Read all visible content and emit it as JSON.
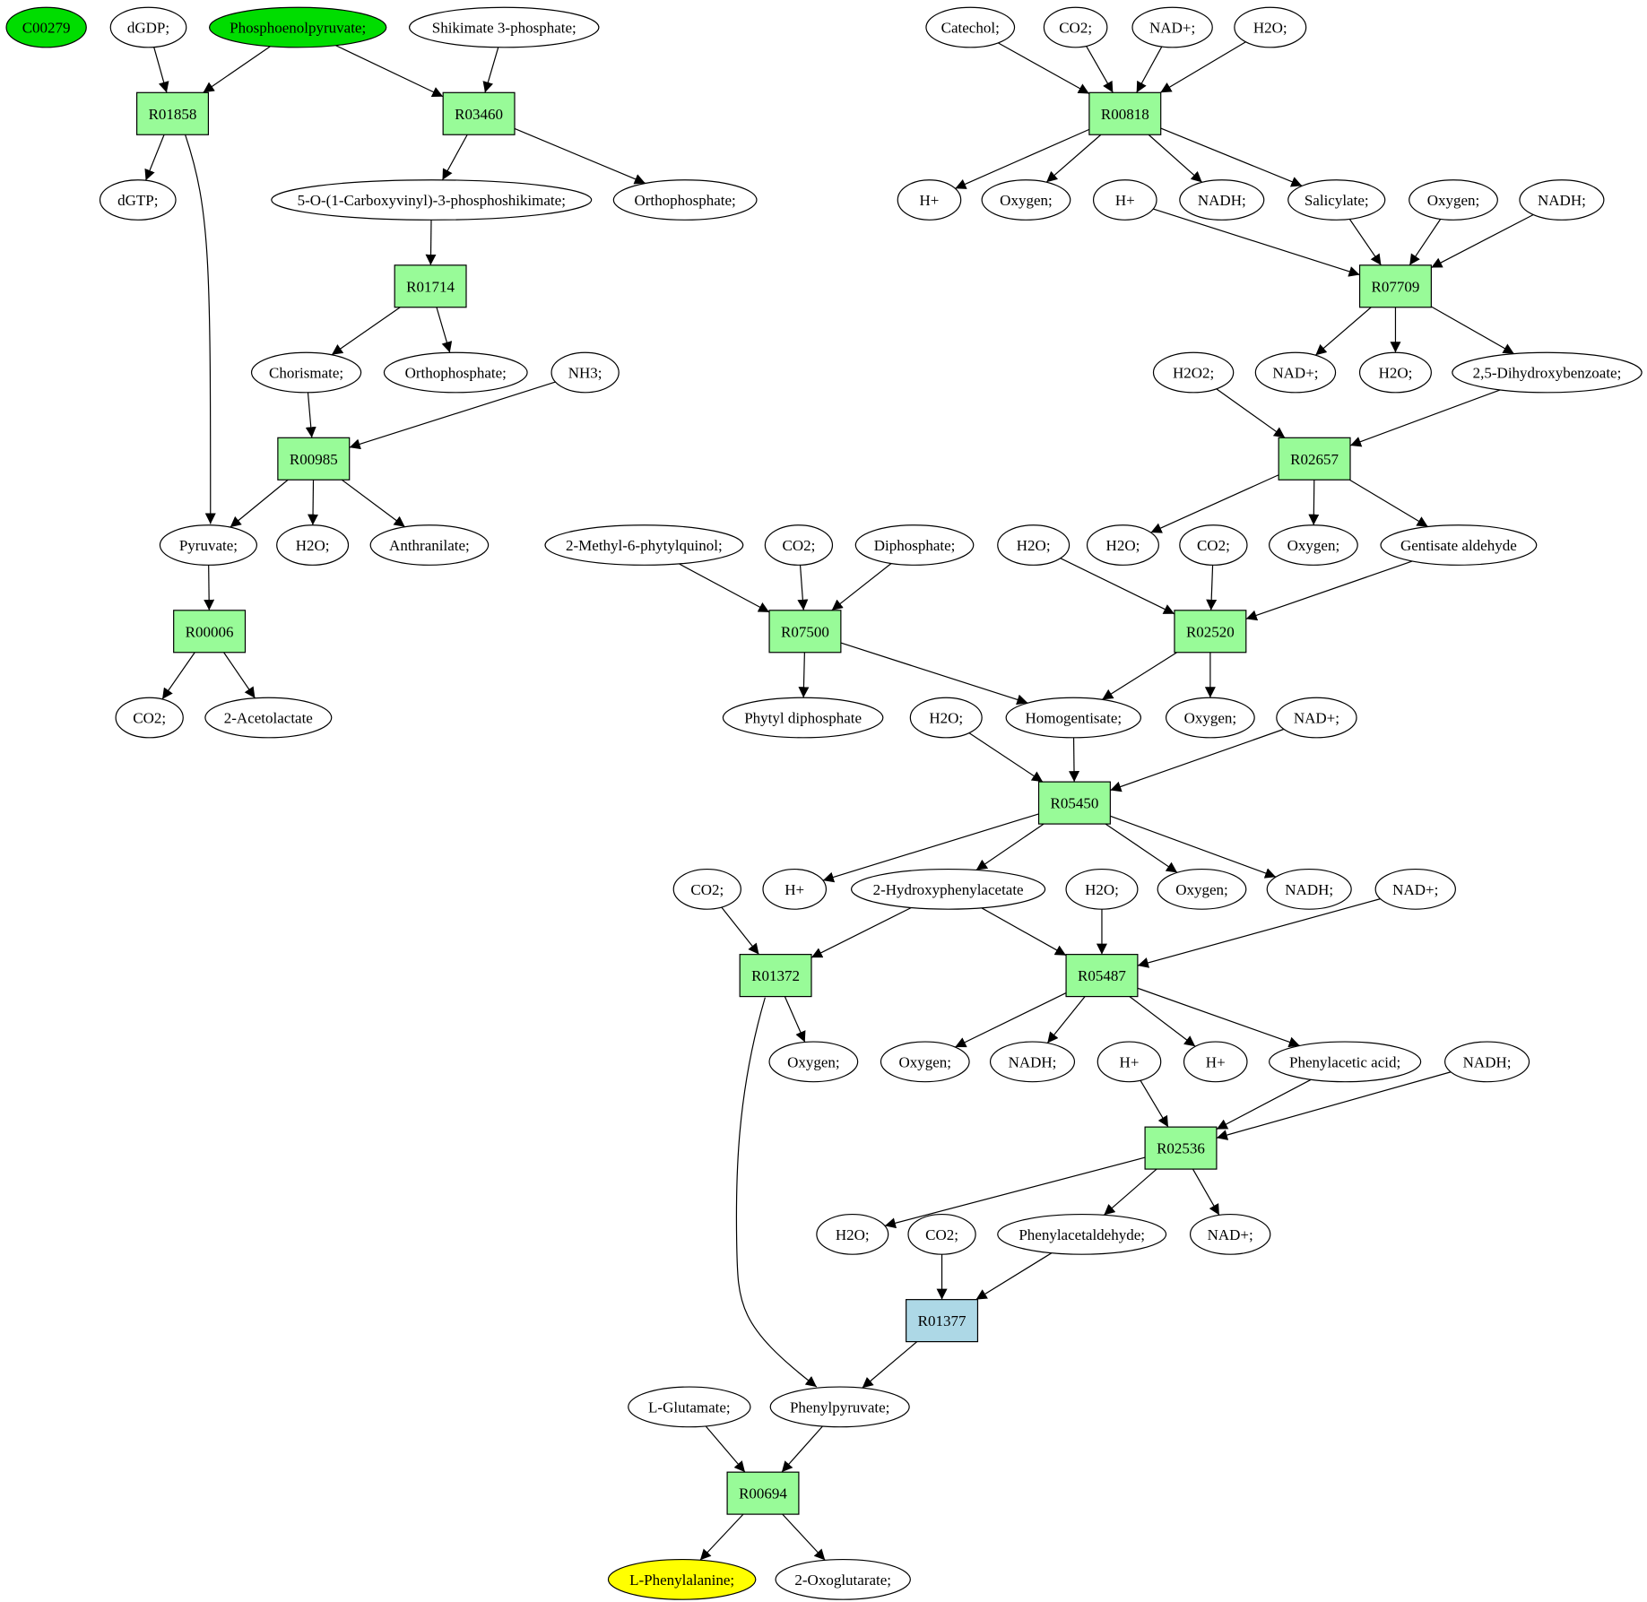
{
  "colors": {
    "reaction": "#98fb98",
    "reaction_special": "#add8e6",
    "start_compound": "#00dd00",
    "target_compound": "#ffff00",
    "compound": "#ffffff",
    "stroke": "#000000"
  },
  "nodes": {
    "c_c00279": {
      "label": "C00279",
      "kind": "compound",
      "fill": "start"
    },
    "c_dgdp": {
      "label": "dGDP;",
      "kind": "compound"
    },
    "c_pep": {
      "label": "Phosphoenolpyruvate;",
      "kind": "compound",
      "fill": "start"
    },
    "c_shik3p": {
      "label": "Shikimate 3-phosphate;",
      "kind": "compound"
    },
    "c_catechol": {
      "label": "Catechol;",
      "kind": "compound"
    },
    "c_co2_1": {
      "label": "CO2;",
      "kind": "compound"
    },
    "c_nadp_1": {
      "label": "NAD+;",
      "kind": "compound"
    },
    "c_h2o_1": {
      "label": "H2O;",
      "kind": "compound"
    },
    "r_R01858": {
      "label": "R01858",
      "kind": "reaction"
    },
    "r_R03460": {
      "label": "R03460",
      "kind": "reaction"
    },
    "r_R00818": {
      "label": "R00818",
      "kind": "reaction"
    },
    "c_dgtp": {
      "label": "dGTP;",
      "kind": "compound"
    },
    "c_cvps": {
      "label": "5-O-(1-Carboxyvinyl)-3-phosphoshikimate;",
      "kind": "compound"
    },
    "c_ortho_1": {
      "label": "Orthophosphate;",
      "kind": "compound"
    },
    "c_hp_1": {
      "label": "H+",
      "kind": "compound"
    },
    "c_oxy_1": {
      "label": "Oxygen;",
      "kind": "compound"
    },
    "c_hp_2": {
      "label": "H+",
      "kind": "compound"
    },
    "c_nadh_1": {
      "label": "NADH;",
      "kind": "compound"
    },
    "c_salicylate": {
      "label": "Salicylate;",
      "kind": "compound"
    },
    "c_oxy_2": {
      "label": "Oxygen;",
      "kind": "compound"
    },
    "c_nadh_2": {
      "label": "NADH;",
      "kind": "compound"
    },
    "r_R01714": {
      "label": "R01714",
      "kind": "reaction"
    },
    "r_R07709": {
      "label": "R07709",
      "kind": "reaction"
    },
    "c_chorismate": {
      "label": "Chorismate;",
      "kind": "compound"
    },
    "c_ortho_2": {
      "label": "Orthophosphate;",
      "kind": "compound"
    },
    "c_nh3": {
      "label": "NH3;",
      "kind": "compound"
    },
    "c_h2o2": {
      "label": "H2O2;",
      "kind": "compound"
    },
    "c_nadp_2": {
      "label": "NAD+;",
      "kind": "compound"
    },
    "c_h2o_2": {
      "label": "H2O;",
      "kind": "compound"
    },
    "c_dhb": {
      "label": "2,5-Dihydroxybenzoate;",
      "kind": "compound"
    },
    "r_R00985": {
      "label": "R00985",
      "kind": "reaction"
    },
    "r_R02657": {
      "label": "R02657",
      "kind": "reaction"
    },
    "c_pyruvate": {
      "label": "Pyruvate;",
      "kind": "compound"
    },
    "c_h2o_3": {
      "label": "H2O;",
      "kind": "compound"
    },
    "c_anthranilate": {
      "label": "Anthranilate;",
      "kind": "compound"
    },
    "c_mpq": {
      "label": "2-Methyl-6-phytylquinol;",
      "kind": "compound"
    },
    "c_co2_2": {
      "label": "CO2;",
      "kind": "compound"
    },
    "c_diphosphate": {
      "label": "Diphosphate;",
      "kind": "compound"
    },
    "c_h2o_4": {
      "label": "H2O;",
      "kind": "compound"
    },
    "c_h2o_5": {
      "label": "H2O;",
      "kind": "compound"
    },
    "c_co2_3": {
      "label": "CO2;",
      "kind": "compound"
    },
    "c_oxy_3": {
      "label": "Oxygen;",
      "kind": "compound"
    },
    "c_gentisald": {
      "label": "Gentisate aldehyde",
      "kind": "compound"
    },
    "r_R00006": {
      "label": "R00006",
      "kind": "reaction"
    },
    "r_R07500": {
      "label": "R07500",
      "kind": "reaction"
    },
    "r_R02520": {
      "label": "R02520",
      "kind": "reaction"
    },
    "c_co2_4": {
      "label": "CO2;",
      "kind": "compound"
    },
    "c_acetolactate": {
      "label": "2-Acetolactate",
      "kind": "compound"
    },
    "c_phytyldp": {
      "label": "Phytyl diphosphate",
      "kind": "compound"
    },
    "c_h2o_6": {
      "label": "H2O;",
      "kind": "compound"
    },
    "c_homogentisate": {
      "label": "Homogentisate;",
      "kind": "compound"
    },
    "c_oxy_4": {
      "label": "Oxygen;",
      "kind": "compound"
    },
    "c_nadp_3": {
      "label": "NAD+;",
      "kind": "compound"
    },
    "r_R05450": {
      "label": "R05450",
      "kind": "reaction"
    },
    "c_co2_5": {
      "label": "CO2;",
      "kind": "compound"
    },
    "c_hp_3": {
      "label": "H+",
      "kind": "compound"
    },
    "c_hpa": {
      "label": "2-Hydroxyphenylacetate",
      "kind": "compound"
    },
    "c_h2o_7": {
      "label": "H2O;",
      "kind": "compound"
    },
    "c_oxy_5": {
      "label": "Oxygen;",
      "kind": "compound"
    },
    "c_nadh_3": {
      "label": "NADH;",
      "kind": "compound"
    },
    "c_nadp_4": {
      "label": "NAD+;",
      "kind": "compound"
    },
    "r_R01372": {
      "label": "R01372",
      "kind": "reaction"
    },
    "r_R05487": {
      "label": "R05487",
      "kind": "reaction"
    },
    "c_oxy_6": {
      "label": "Oxygen;",
      "kind": "compound"
    },
    "c_oxy_7": {
      "label": "Oxygen;",
      "kind": "compound"
    },
    "c_nadh_4": {
      "label": "NADH;",
      "kind": "compound"
    },
    "c_hp_4": {
      "label": "H+",
      "kind": "compound"
    },
    "c_hp_5": {
      "label": "H+",
      "kind": "compound"
    },
    "c_paa": {
      "label": "Phenylacetic acid;",
      "kind": "compound"
    },
    "c_nadh_5": {
      "label": "NADH;",
      "kind": "compound"
    },
    "r_R02536": {
      "label": "R02536",
      "kind": "reaction"
    },
    "c_h2o_8": {
      "label": "H2O;",
      "kind": "compound"
    },
    "c_co2_6": {
      "label": "CO2;",
      "kind": "compound"
    },
    "c_phald": {
      "label": "Phenylacetaldehyde;",
      "kind": "compound"
    },
    "c_nadp_5": {
      "label": "NAD+;",
      "kind": "compound"
    },
    "r_R01377": {
      "label": "R01377",
      "kind": "reaction",
      "fill": "special"
    },
    "c_lglu": {
      "label": "L-Glutamate;",
      "kind": "compound"
    },
    "c_phpyr": {
      "label": "Phenylpyruvate;",
      "kind": "compound"
    },
    "r_R00694": {
      "label": "R00694",
      "kind": "reaction"
    },
    "c_lphe": {
      "label": "L-Phenylalanine;",
      "kind": "compound",
      "fill": "target"
    },
    "c_oxoglutarate": {
      "label": "2-Oxoglutarate;",
      "kind": "compound"
    }
  },
  "edges": [
    [
      "c_dgdp",
      "r_R01858"
    ],
    [
      "c_pep",
      "r_R01858"
    ],
    [
      "r_R01858",
      "c_dgtp"
    ],
    [
      "r_R01858",
      "c_pyruvate"
    ],
    [
      "c_pep",
      "r_R03460"
    ],
    [
      "c_shik3p",
      "r_R03460"
    ],
    [
      "r_R03460",
      "c_cvps"
    ],
    [
      "r_R03460",
      "c_ortho_1"
    ],
    [
      "c_catechol",
      "r_R00818"
    ],
    [
      "c_co2_1",
      "r_R00818"
    ],
    [
      "c_nadp_1",
      "r_R00818"
    ],
    [
      "c_h2o_1",
      "r_R00818"
    ],
    [
      "r_R00818",
      "c_hp_1"
    ],
    [
      "r_R00818",
      "c_oxy_1"
    ],
    [
      "r_R00818",
      "c_nadh_1"
    ],
    [
      "r_R00818",
      "c_salicylate"
    ],
    [
      "c_cvps",
      "r_R01714"
    ],
    [
      "r_R01714",
      "c_chorismate"
    ],
    [
      "r_R01714",
      "c_ortho_2"
    ],
    [
      "c_hp_2",
      "r_R07709"
    ],
    [
      "c_salicylate",
      "r_R07709"
    ],
    [
      "c_oxy_2",
      "r_R07709"
    ],
    [
      "c_nadh_2",
      "r_R07709"
    ],
    [
      "r_R07709",
      "c_nadp_2"
    ],
    [
      "r_R07709",
      "c_h2o_2"
    ],
    [
      "r_R07709",
      "c_dhb"
    ],
    [
      "c_chorismate",
      "r_R00985"
    ],
    [
      "c_nh3",
      "r_R00985"
    ],
    [
      "r_R00985",
      "c_pyruvate"
    ],
    [
      "r_R00985",
      "c_h2o_3"
    ],
    [
      "r_R00985",
      "c_anthranilate"
    ],
    [
      "c_h2o2",
      "r_R02657"
    ],
    [
      "c_dhb",
      "r_R02657"
    ],
    [
      "r_R02657",
      "c_h2o_5"
    ],
    [
      "r_R02657",
      "c_oxy_3"
    ],
    [
      "r_R02657",
      "c_gentisald"
    ],
    [
      "c_pyruvate",
      "r_R00006"
    ],
    [
      "r_R00006",
      "c_co2_4"
    ],
    [
      "r_R00006",
      "c_acetolactate"
    ],
    [
      "c_mpq",
      "r_R07500"
    ],
    [
      "c_co2_2",
      "r_R07500"
    ],
    [
      "c_diphosphate",
      "r_R07500"
    ],
    [
      "r_R07500",
      "c_phytyldp"
    ],
    [
      "r_R07500",
      "c_homogentisate"
    ],
    [
      "c_h2o_4",
      "r_R02520"
    ],
    [
      "c_co2_3",
      "r_R02520"
    ],
    [
      "c_gentisald",
      "r_R02520"
    ],
    [
      "r_R02520",
      "c_homogentisate"
    ],
    [
      "r_R02520",
      "c_oxy_4"
    ],
    [
      "c_h2o_6",
      "r_R05450"
    ],
    [
      "c_homogentisate",
      "r_R05450"
    ],
    [
      "c_nadp_3",
      "r_R05450"
    ],
    [
      "r_R05450",
      "c_hp_3"
    ],
    [
      "r_R05450",
      "c_hpa"
    ],
    [
      "r_R05450",
      "c_oxy_5"
    ],
    [
      "r_R05450",
      "c_nadh_3"
    ],
    [
      "c_co2_5",
      "r_R01372"
    ],
    [
      "c_hpa",
      "r_R01372"
    ],
    [
      "r_R01372",
      "c_oxy_6"
    ],
    [
      "r_R01372",
      "c_phpyr"
    ],
    [
      "c_hpa",
      "r_R05487"
    ],
    [
      "c_h2o_7",
      "r_R05487"
    ],
    [
      "c_nadp_4",
      "r_R05487"
    ],
    [
      "r_R05487",
      "c_oxy_7"
    ],
    [
      "r_R05487",
      "c_nadh_4"
    ],
    [
      "r_R05487",
      "c_hp_5"
    ],
    [
      "r_R05487",
      "c_paa"
    ],
    [
      "c_hp_4",
      "r_R02536"
    ],
    [
      "c_paa",
      "r_R02536"
    ],
    [
      "c_nadh_5",
      "r_R02536"
    ],
    [
      "r_R02536",
      "c_h2o_8"
    ],
    [
      "r_R02536",
      "c_phald"
    ],
    [
      "r_R02536",
      "c_nadp_5"
    ],
    [
      "c_co2_6",
      "r_R01377"
    ],
    [
      "c_phald",
      "r_R01377"
    ],
    [
      "r_R01377",
      "c_phpyr"
    ],
    [
      "c_lglu",
      "r_R00694"
    ],
    [
      "c_phpyr",
      "r_R00694"
    ],
    [
      "r_R00694",
      "c_lphe"
    ],
    [
      "r_R00694",
      "c_oxoglutarate"
    ]
  ]
}
